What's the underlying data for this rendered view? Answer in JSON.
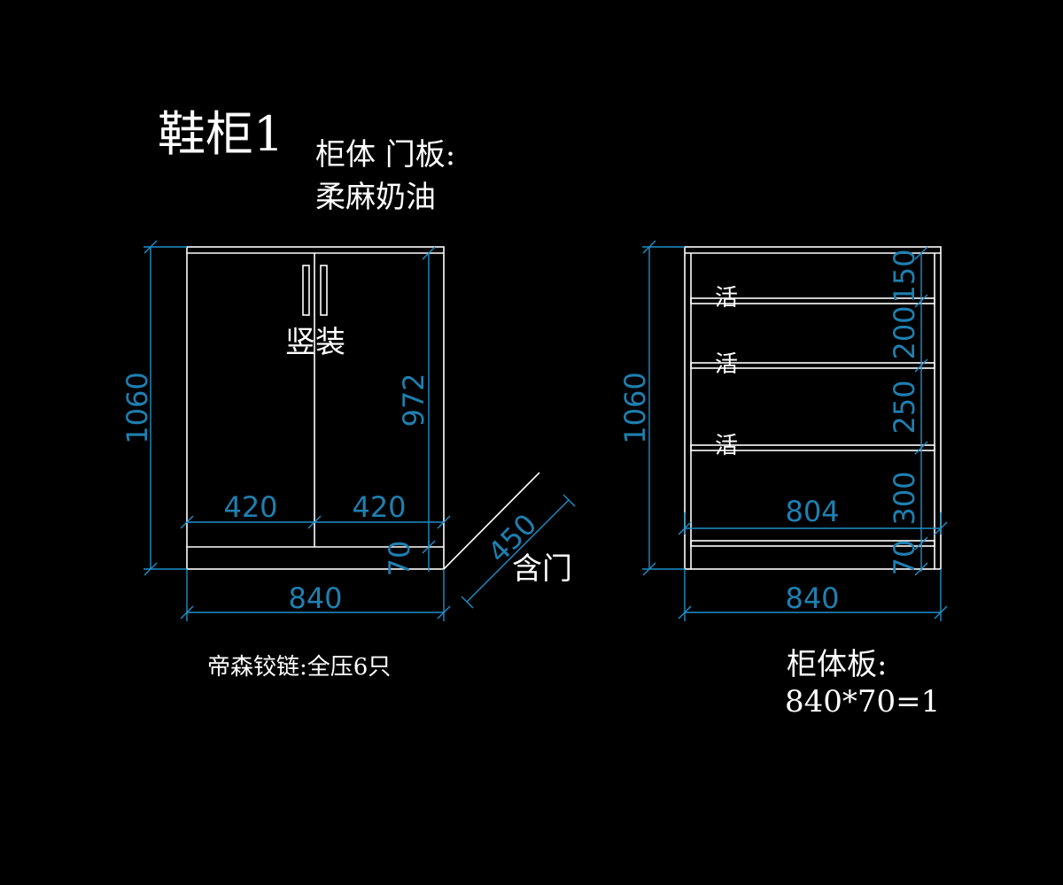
{
  "title": "鞋柜1",
  "material": {
    "line1": "柜体 门板:",
    "line2": "柔麻奶油"
  },
  "front_view": {
    "door_note": "竖装",
    "height": "1060",
    "door_height": "972",
    "door_width_left": "420",
    "door_width_right": "420",
    "plinth_height": "70",
    "width": "840"
  },
  "side_view": {
    "depth": "450",
    "depth_note": "含门"
  },
  "hinge_note": "帝森铰链:全压6只",
  "inner_view": {
    "height": "1060",
    "shelf_label": "活",
    "spacings": [
      "150",
      "200",
      "250",
      "300",
      "70"
    ],
    "inner_width": "804",
    "width": "840"
  },
  "panel_note": {
    "line1": "柜体板:",
    "line2": "840*70=1"
  },
  "colors": {
    "background": "#000000",
    "lines": "#ffffff",
    "dimension": "#1f8fc8"
  }
}
